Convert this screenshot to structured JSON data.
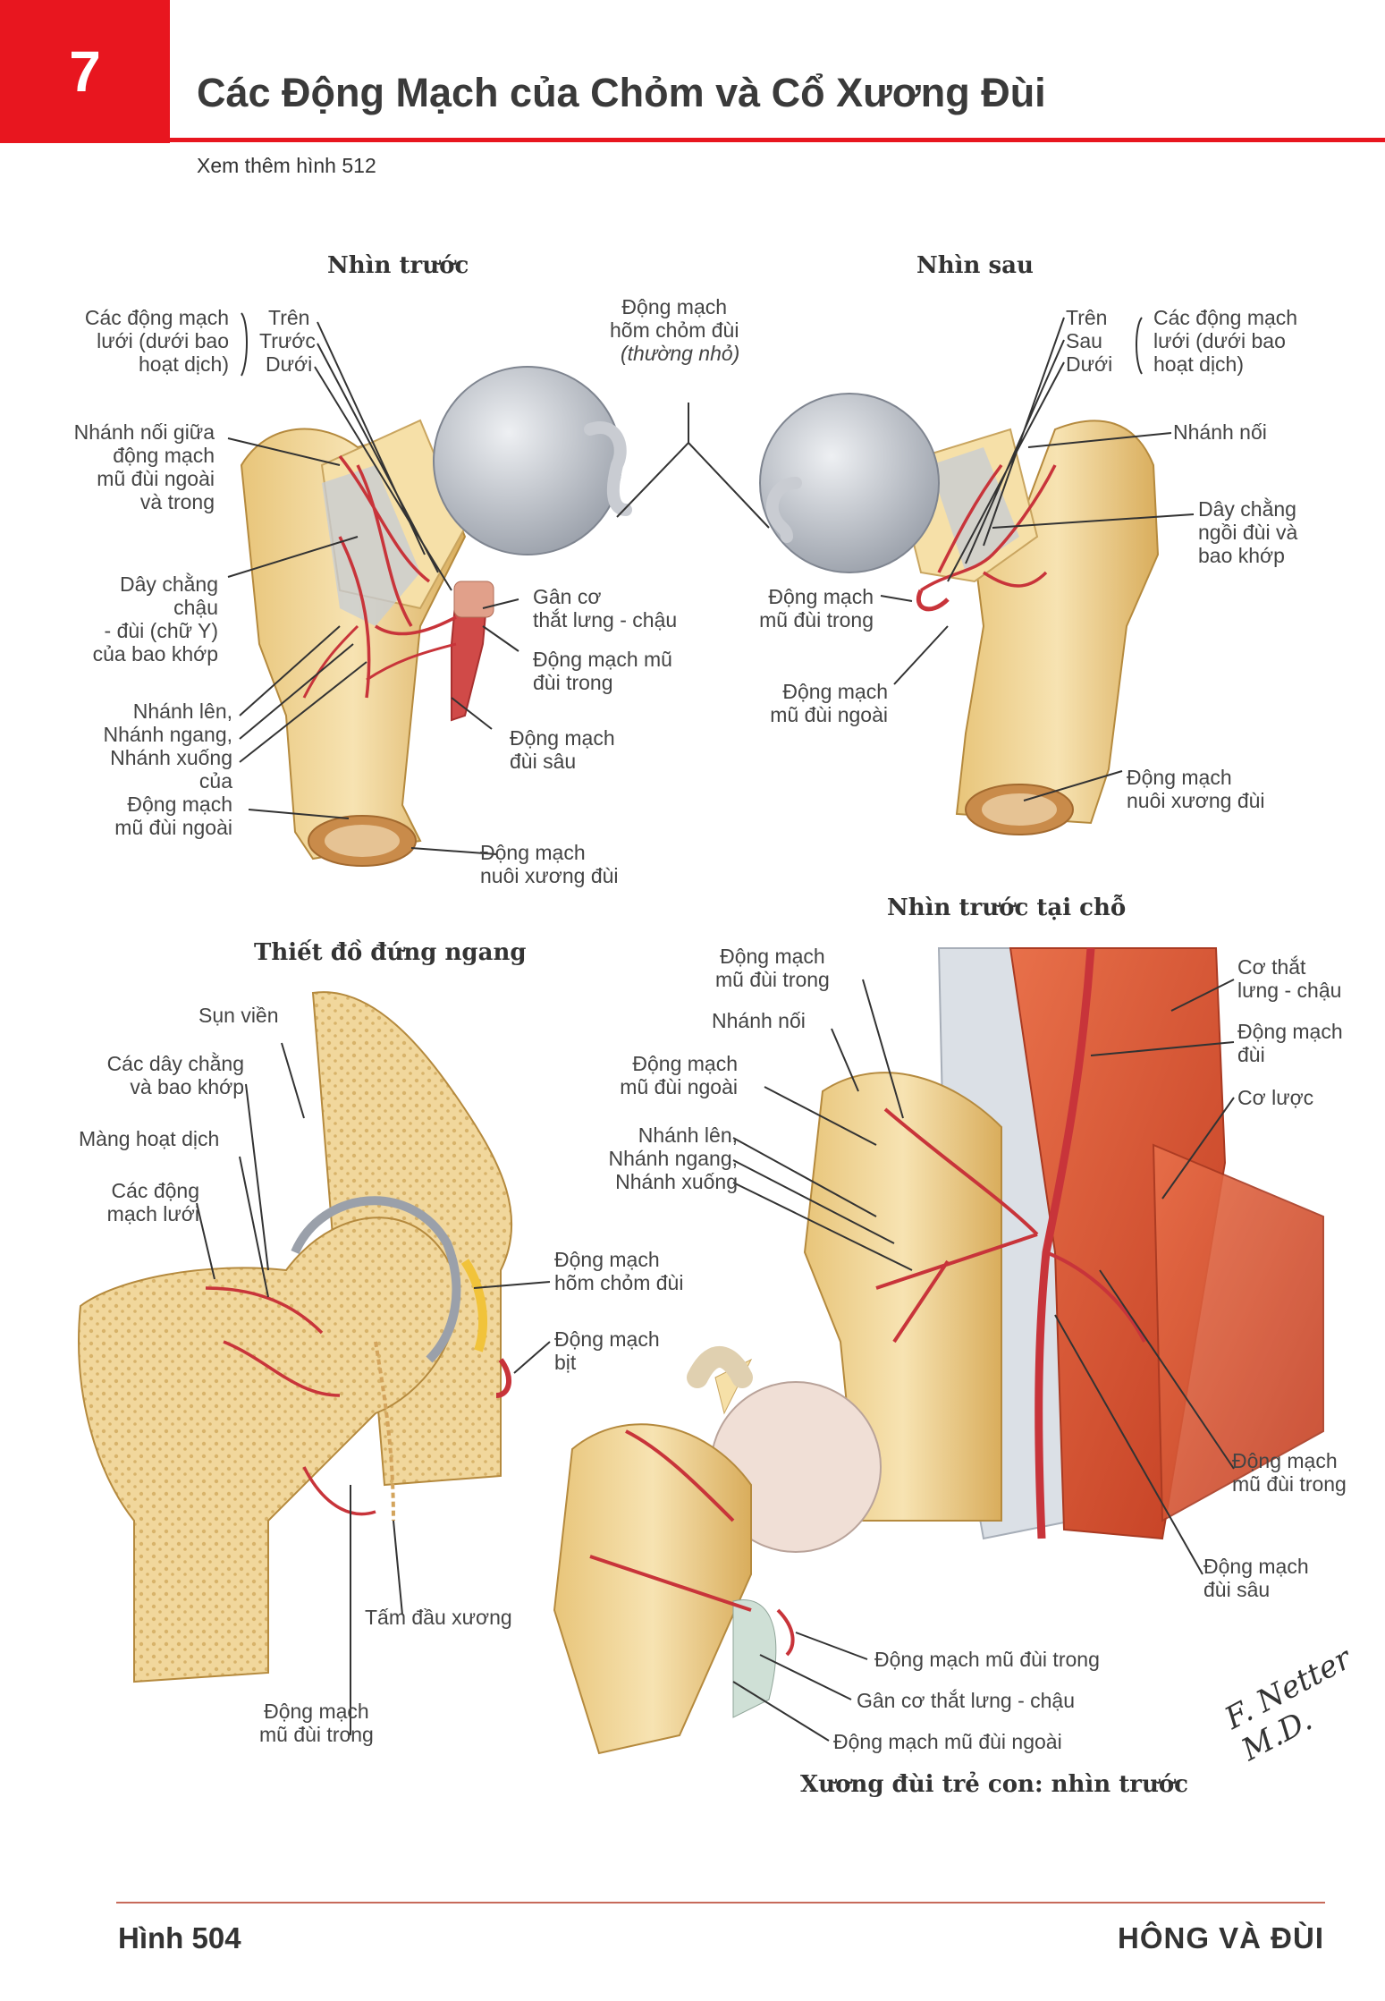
{
  "header": {
    "chapter_number": "7",
    "title": "Các Động Mạch của Chỏm và Cổ Xương Đùi",
    "see_also": "Xem thêm hình 512"
  },
  "views": {
    "anterior": "Nhìn trước",
    "posterior": "Nhìn sau",
    "coronal": "Thiết đồ đứng ngang",
    "anterior_in_situ": "Nhìn trước tại chỗ"
  },
  "labels_anterior": {
    "retinacular": "Các động mạch\nlưới (dưới bao\nhoạt dịch)",
    "superior": "Trên",
    "anterior": "Trước",
    "inferior": "Dưới",
    "anastomosis": "Nhánh nối giữa\nđộng mạch\nmũ đùi ngoài\nvà trong",
    "iliofemoral": "Dây chằng\nchậu\n- đùi (chữ Y)\ncủa bao khớp",
    "branches_lateral": "Nhánh lên,\nNhánh ngang,\nNhánh xuống\ncủa\nĐộng mạch\nmũ đùi ngoài",
    "iliopsoas_tendon": "Gân cơ\nthắt lưng - chậu",
    "medial_circumflex": "Động mạch mũ\nđùi trong",
    "deep_femoral": "Động mạch\nđùi sâu",
    "nutrient": "Động mạch\nnuôi xương đùi"
  },
  "labels_center": {
    "foveal": "Động mạch\nhõm chỏm đùi",
    "foveal_note": "(thường nhỏ)"
  },
  "labels_posterior": {
    "superior": "Trên",
    "posterior": "Sau",
    "inferior": "Dưới",
    "retinacular": "Các động mạch\nlưới (dưới bao\nhoạt dịch)",
    "anastomosis": "Nhánh nối",
    "ischiofemoral": "Dây chằng\nngồi đùi và\nbao khớp",
    "medial_circumflex": "Động mạch\nmũ đùi trong",
    "lateral_circumflex": "Động mạch\nmũ đùi ngoài",
    "nutrient": "Động mạch\nnuôi xương đùi"
  },
  "labels_coronal": {
    "labrum": "Sụn viền",
    "ligaments": "Các dây chằng\nvà bao khớp",
    "synovial": "Màng hoạt dịch",
    "retinacular": "Các động\nmạch lưới",
    "foveal": "Động mạch\nhõm chỏm đùi",
    "obturator": "Động mạch\nbịt",
    "epiphyseal_plate": "Tấm đầu xương",
    "medial_circumflex": "Động mạch\nmũ đùi trong"
  },
  "labels_in_situ": {
    "medial_circumflex_top": "Động mạch\nmũ đùi trong",
    "anastomosis": "Nhánh nối",
    "lateral_circumflex": "Động mạch\nmũ đùi ngoài",
    "branches": "Nhánh lên,\nNhánh ngang,\nNhánh xuống",
    "iliopsoas": "Cơ thắt\nlưng - chậu",
    "femoral": "Động mạch\nđùi",
    "pectineus": "Cơ lược",
    "medial_circumflex_bottom": "Động mạch\nmũ đùi trong",
    "deep_femoral": "Động mạch\nđùi sâu"
  },
  "labels_child": {
    "medial_circumflex": "Động mạch mũ đùi trong",
    "iliopsoas_tendon": "Gân cơ thắt lưng - chậu",
    "lateral_circumflex": "Động mạch mũ đùi ngoài",
    "caption": "Xương đùi trẻ con: nhìn trước"
  },
  "signature": "F. Netter M.D.",
  "footer": {
    "figure": "Hình 504",
    "section": "HÔNG VÀ ĐÙI"
  },
  "colors": {
    "accent_red": "#e8161f",
    "bone": "#f2d9a0",
    "cartilage": "#c9ccd2",
    "artery": "#c8343a",
    "muscle": "#d9532c"
  }
}
